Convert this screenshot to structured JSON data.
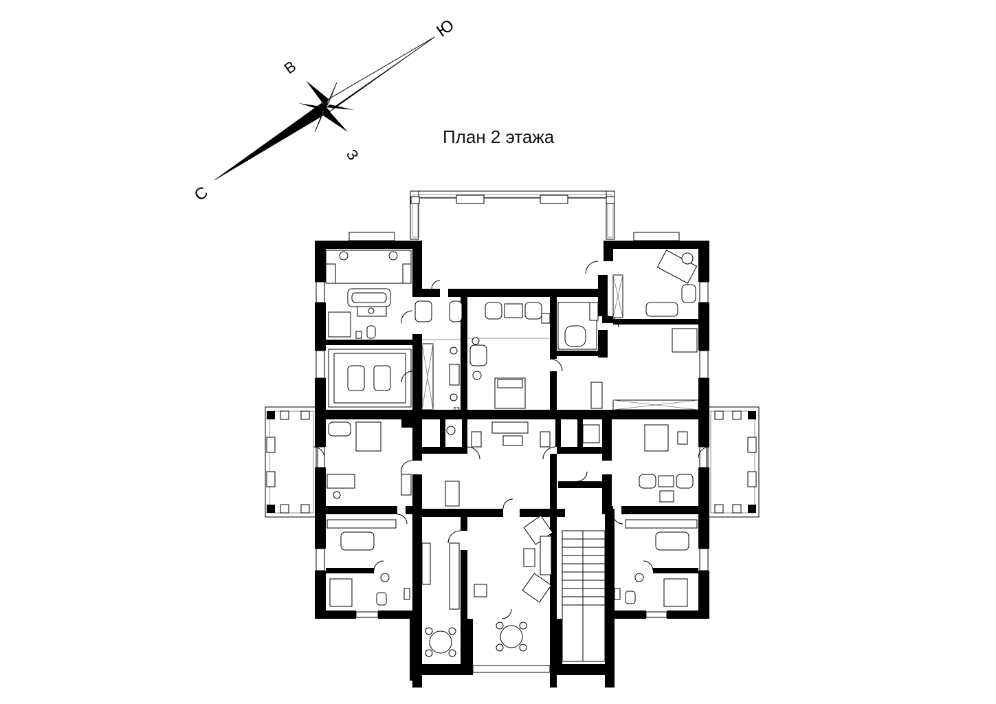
{
  "title": "План 2 этажа",
  "compass": {
    "north": "С",
    "south": "Ю",
    "east": "В",
    "west": "З"
  },
  "stair_label": "53"
}
